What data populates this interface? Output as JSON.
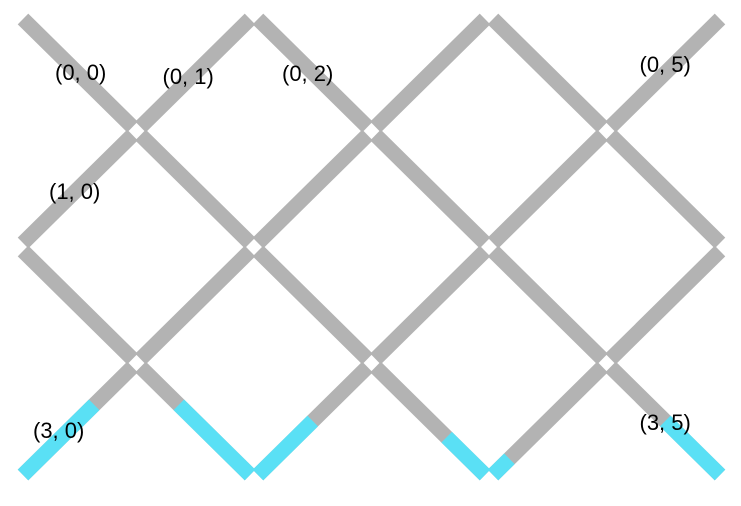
{
  "colors": {
    "background": "#ffffff",
    "pipe": "#b3b3b3",
    "flow": "#5ae0f5",
    "text": "#000000"
  },
  "grid": {
    "rows": 4,
    "cols": 6
  },
  "tiles": [
    {
      "r": 0,
      "c": 0,
      "type": "diag-down"
    },
    {
      "r": 0,
      "c": 1,
      "type": "diag-up"
    },
    {
      "r": 0,
      "c": 2,
      "type": "diag-down"
    },
    {
      "r": 0,
      "c": 3,
      "type": "diag-up"
    },
    {
      "r": 0,
      "c": 4,
      "type": "diag-down"
    },
    {
      "r": 0,
      "c": 5,
      "type": "diag-up"
    },
    {
      "r": 1,
      "c": 0,
      "type": "diag-up"
    },
    {
      "r": 1,
      "c": 1,
      "type": "diag-down"
    },
    {
      "r": 1,
      "c": 2,
      "type": "diag-up"
    },
    {
      "r": 1,
      "c": 3,
      "type": "diag-down"
    },
    {
      "r": 1,
      "c": 4,
      "type": "diag-up"
    },
    {
      "r": 1,
      "c": 5,
      "type": "diag-down"
    },
    {
      "r": 2,
      "c": 0,
      "type": "diag-down"
    },
    {
      "r": 2,
      "c": 1,
      "type": "diag-up"
    },
    {
      "r": 2,
      "c": 2,
      "type": "diag-down"
    },
    {
      "r": 2,
      "c": 3,
      "type": "diag-up"
    },
    {
      "r": 2,
      "c": 4,
      "type": "diag-down"
    },
    {
      "r": 2,
      "c": 5,
      "type": "diag-up"
    },
    {
      "r": 3,
      "c": 0,
      "type": "diag-up",
      "flow": [
        0,
        0.65
      ]
    },
    {
      "r": 3,
      "c": 1,
      "type": "diag-down",
      "flow": [
        0.35,
        1
      ]
    },
    {
      "r": 3,
      "c": 2,
      "type": "diag-up",
      "flow": [
        0,
        0.5
      ]
    },
    {
      "r": 3,
      "c": 3,
      "type": "diag-down",
      "flow": [
        0.65,
        1
      ]
    },
    {
      "r": 3,
      "c": 4,
      "type": "diag-up",
      "flow": [
        0,
        0.15
      ]
    },
    {
      "r": 3,
      "c": 5,
      "type": "diag-down",
      "flow": [
        0.5,
        1
      ]
    }
  ],
  "labels": [
    {
      "r": 0,
      "c": 0,
      "text": "(0, 0)"
    },
    {
      "r": 0,
      "c": 1,
      "text": "(0, 1)"
    },
    {
      "r": 0,
      "c": 2,
      "text": "(0, 2)"
    },
    {
      "r": 0,
      "c": 5,
      "text": "(0, 5)"
    },
    {
      "r": 1,
      "c": 0,
      "text": "(1, 0)"
    },
    {
      "r": 3,
      "c": 0,
      "text": "(3, 0)"
    },
    {
      "r": 3,
      "c": 5,
      "text": "(3, 5)"
    }
  ]
}
